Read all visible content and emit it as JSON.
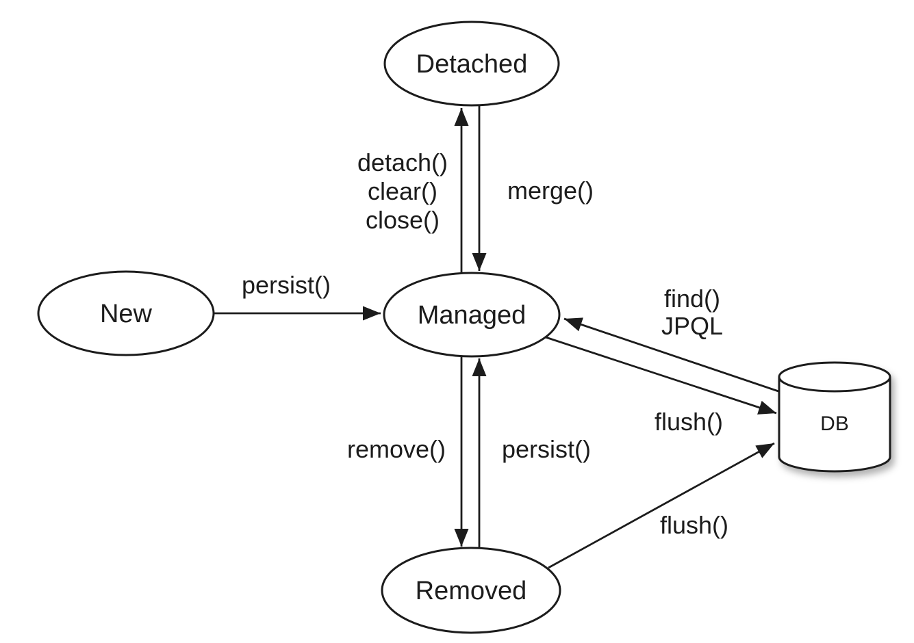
{
  "diagram": {
    "background": "#ffffff",
    "stroke_color": "#1c1c1c",
    "text_color": "#1c1c1c",
    "nodes": {
      "detached": "Detached",
      "new": "New",
      "managed": "Managed",
      "removed": "Removed",
      "db": "DB"
    },
    "edges": {
      "persist_from_new": "persist()",
      "detach_line1": "detach()",
      "detach_line2": "clear()",
      "detach_line3": "close()",
      "merge": "merge()",
      "remove": "remove()",
      "persist_from_removed": "persist()",
      "find_line1": "find()",
      "find_line2": "JPQL",
      "flush_from_managed": "flush()",
      "flush_from_removed": "flush()"
    }
  }
}
